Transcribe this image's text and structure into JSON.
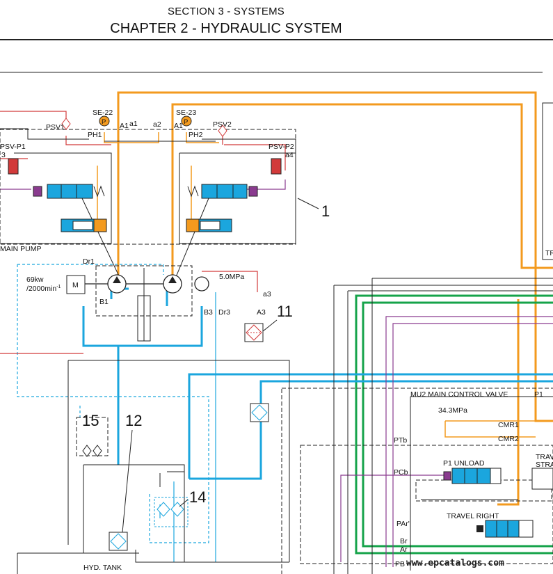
{
  "header": {
    "section": "SECTION 3 - SYSTEMS",
    "chapter": "CHAPTER 2 - HYDRAULIC SYSTEM"
  },
  "labels": {
    "se22": "SE-22",
    "se23": "SE-23",
    "p": "P",
    "psv1": "PSV1",
    "psv2": "PSV2",
    "a1a1": "A1",
    "a1sub": "a1",
    "a2": "a2",
    "a1b": "A1",
    "ph1": "PH1",
    "ph2": "PH2",
    "psvp1": "PSV-P1",
    "psvp2": "PSV-P2",
    "a3": "3",
    "a4": "a4",
    "main_pump": "MAIN PUMP",
    "callout1": "1",
    "dr1": "Dr1",
    "power": "69kw",
    "speed": "/2000min",
    "speed_exp": "-1",
    "motor": "M",
    "b1": "B1",
    "b3": "B3",
    "dr3": "Dr3",
    "relief": "5.0MPa",
    "a3_port": "a3",
    "A3": "A3",
    "callout11": "11",
    "callout15": "15",
    "callout12": "12",
    "callout14": "14",
    "mcv": "MU2 MAIN CONTROL VALVE",
    "p1": "P1",
    "cmr_pressure": "34.3MPa",
    "cmr1": "CMR1",
    "cmr2": "CMR2",
    "ptb": "PTb",
    "pcb": "PCb",
    "p1_unload": "P1 UNLOAD",
    "trav": "TRAV",
    "stra": "STRA",
    "par": "PAr'",
    "travel_right": "TRAVEL RIGHT",
    "br": "Br",
    "ar": "Ar",
    "pb": "PB",
    "hyd_tank": "HYD. TANK",
    "tr": "TR",
    "watermark": "www.epcatalogs.com"
  },
  "colors": {
    "orange": "#f39a1e",
    "blue": "#1ba6de",
    "green": "#15a34a",
    "red": "#d23a3a",
    "purple": "#8a3b8f",
    "black": "#222222"
  }
}
